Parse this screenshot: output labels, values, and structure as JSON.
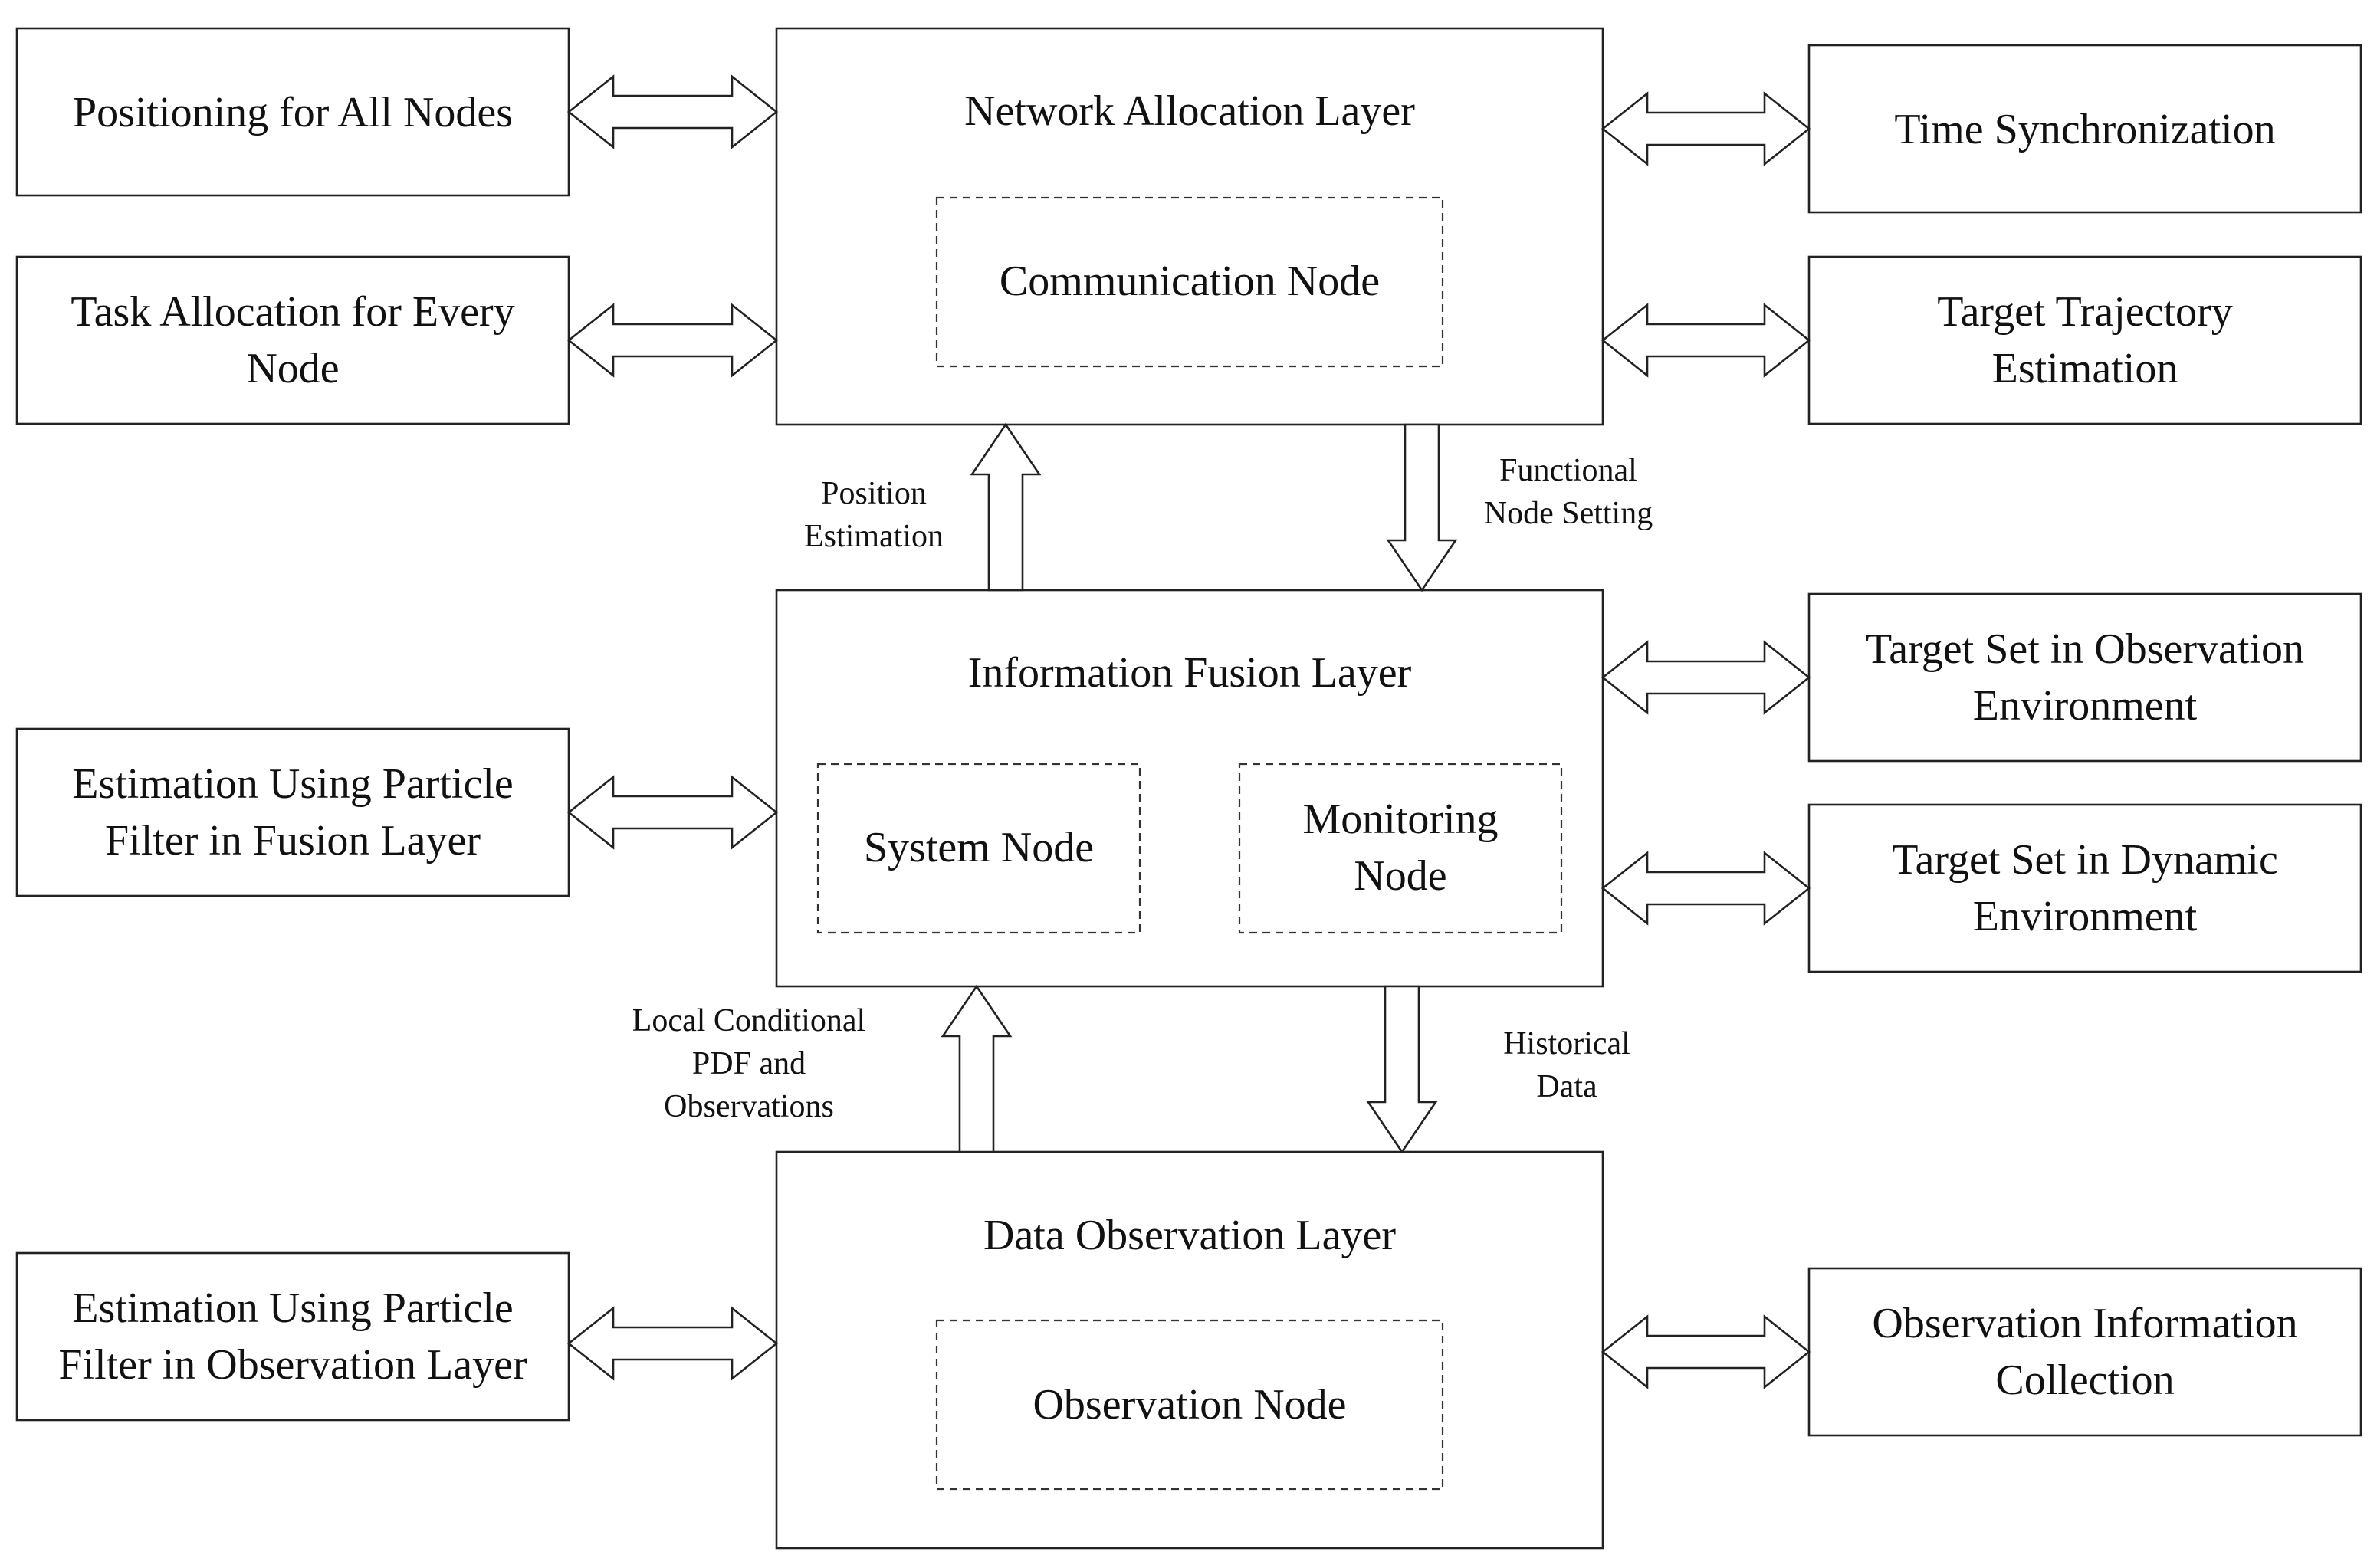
{
  "layers": {
    "network": {
      "title": "Network Allocation Layer",
      "node": "Communication Node"
    },
    "fusion": {
      "title": "Information Fusion Layer",
      "node_left": "System Node",
      "node_right_line1": "Monitoring",
      "node_right_line2": "Node"
    },
    "observation": {
      "title": "Data Observation Layer",
      "node": "Observation Node"
    }
  },
  "left_boxes": {
    "positioning": {
      "line1": "Positioning for All Nodes"
    },
    "task_allocation": {
      "line1": "Task Allocation for Every",
      "line2": "Node"
    },
    "pf_fusion": {
      "line1": "Estimation Using Particle",
      "line2": "Filter in Fusion Layer"
    },
    "pf_observation": {
      "line1": "Estimation Using Particle",
      "line2": "Filter in Observation Layer"
    }
  },
  "right_boxes": {
    "time_sync": {
      "line1": "Time Synchronization"
    },
    "trajectory": {
      "line1": "Target Trajectory",
      "line2": "Estimation"
    },
    "target_obs_env": {
      "line1": "Target Set in Observation",
      "line2": "Environment"
    },
    "target_dyn_env": {
      "line1": "Target Set in Dynamic",
      "line2": "Environment"
    },
    "obs_info": {
      "line1": "Observation Information",
      "line2": "Collection"
    }
  },
  "vertical_labels": {
    "position_estimation": {
      "line1": "Position",
      "line2": "Estimation"
    },
    "functional_node_setting": {
      "line1": "Functional",
      "line2": "Node Setting"
    },
    "local_pdf": {
      "line1": "Local Conditional",
      "line2": "PDF and",
      "line3": "Observations"
    },
    "historical_data": {
      "line1": "Historical",
      "line2": "Data"
    }
  },
  "colors": {
    "stroke": "#222222",
    "background": "#ffffff",
    "text": "#111111"
  }
}
